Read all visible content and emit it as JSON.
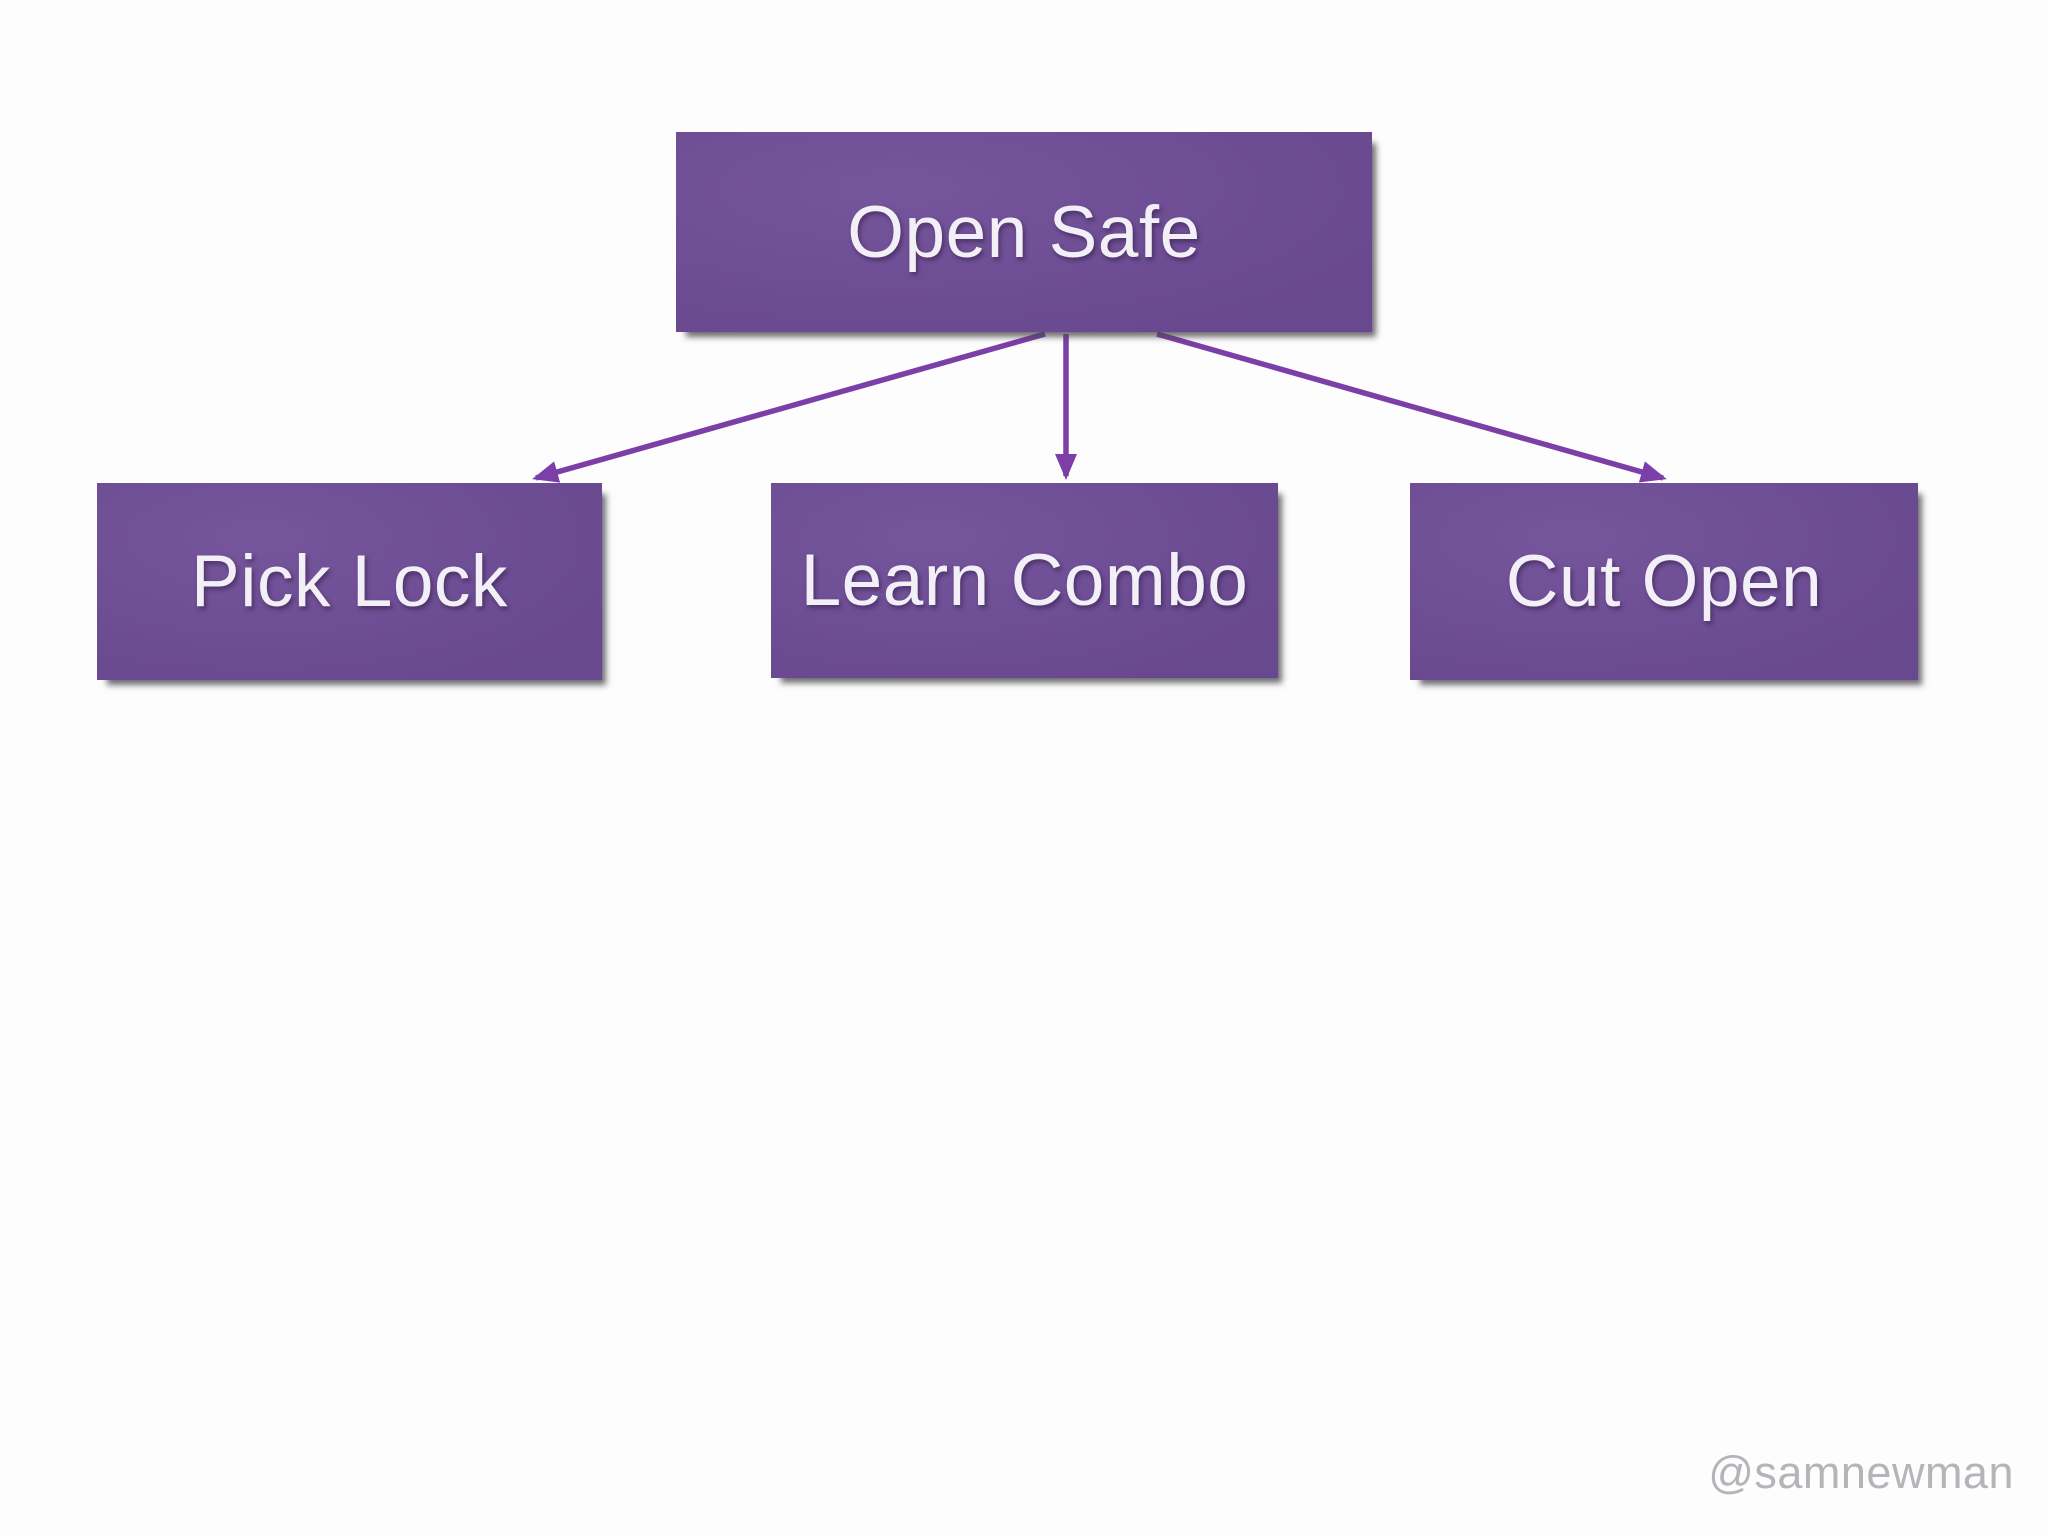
{
  "slide": {
    "background_color": "#fdfdfd",
    "watermark": "@samnewman"
  },
  "diagram": {
    "type": "tree",
    "description": "Attack tree: goal node with three alternative attack steps",
    "colors": {
      "node_fill": "#6d4b95",
      "node_text": "#f3eff7",
      "arrow": "#7c3ea7",
      "watermark_text": "#b6b4b9"
    },
    "root": {
      "id": "open-safe",
      "label": "Open Safe"
    },
    "children": [
      {
        "id": "pick-lock",
        "label": "Pick Lock"
      },
      {
        "id": "learn-combo",
        "label": "Learn Combo"
      },
      {
        "id": "cut-open",
        "label": "Cut Open"
      }
    ],
    "edges": [
      {
        "from": "Open Safe",
        "to": "Pick Lock"
      },
      {
        "from": "Open Safe",
        "to": "Learn Combo"
      },
      {
        "from": "Open Safe",
        "to": "Cut Open"
      }
    ]
  }
}
